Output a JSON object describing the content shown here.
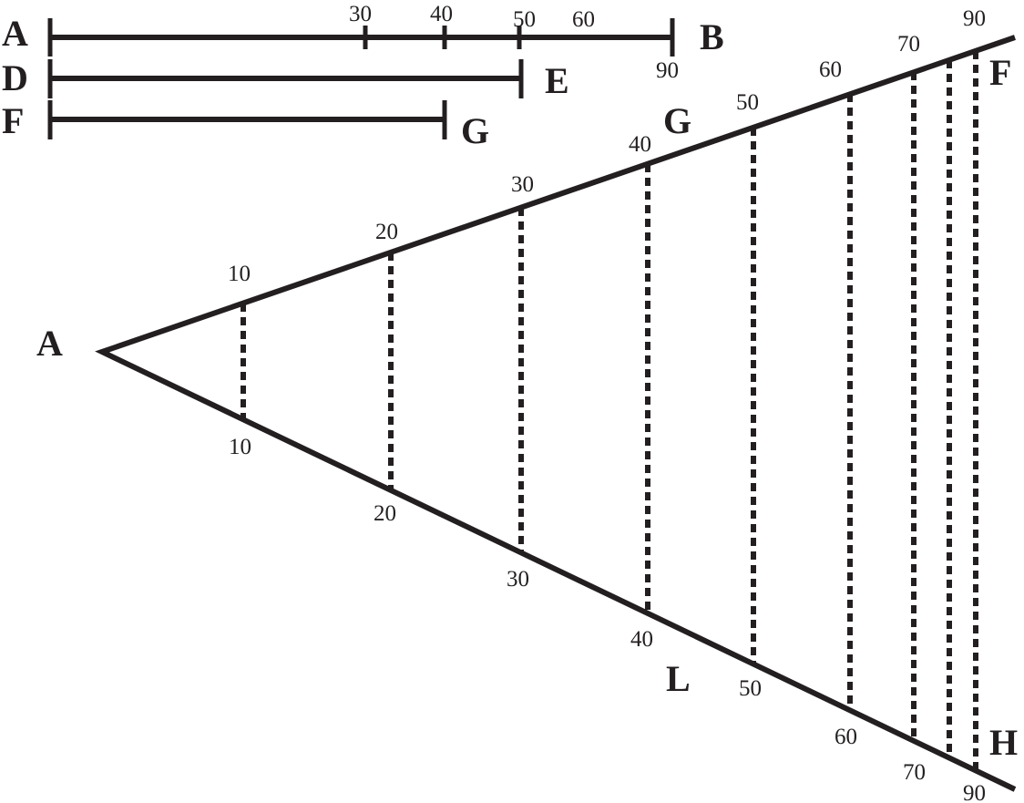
{
  "colors": {
    "ink": "#231f20",
    "background": "#ffffff"
  },
  "scale_bars": {
    "ab": {
      "left_label": "A",
      "right_label": "B",
      "mark_labels": [
        "30",
        "40",
        "50",
        "60",
        "90"
      ]
    },
    "de": {
      "left_label": "D",
      "right_label": "E"
    },
    "fg": {
      "left_label": "F",
      "right_label": "G"
    }
  },
  "angle": {
    "vertex_label": "A",
    "upper_end_label": "F",
    "lower_end_label": "H",
    "upper_point_label": "G",
    "lower_point_label": "L",
    "upper_marks": [
      "10",
      "20",
      "30",
      "40",
      "50",
      "60",
      "70",
      "90"
    ],
    "lower_marks": [
      "10",
      "20",
      "30",
      "40",
      "50",
      "60",
      "70",
      "90"
    ]
  }
}
